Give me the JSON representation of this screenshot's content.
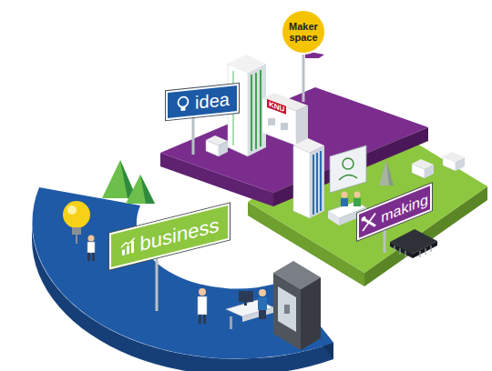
{
  "diagram": {
    "nodes": [
      {
        "text": [
          "Maker space"
        ]
      },
      {
        "text": [
          "idea"
        ]
      },
      {
        "text": [
          "making"
        ]
      },
      {
        "text": [
          "business"
        ]
      }
    ],
    "labels": [
      "KNU"
    ]
  }
}
